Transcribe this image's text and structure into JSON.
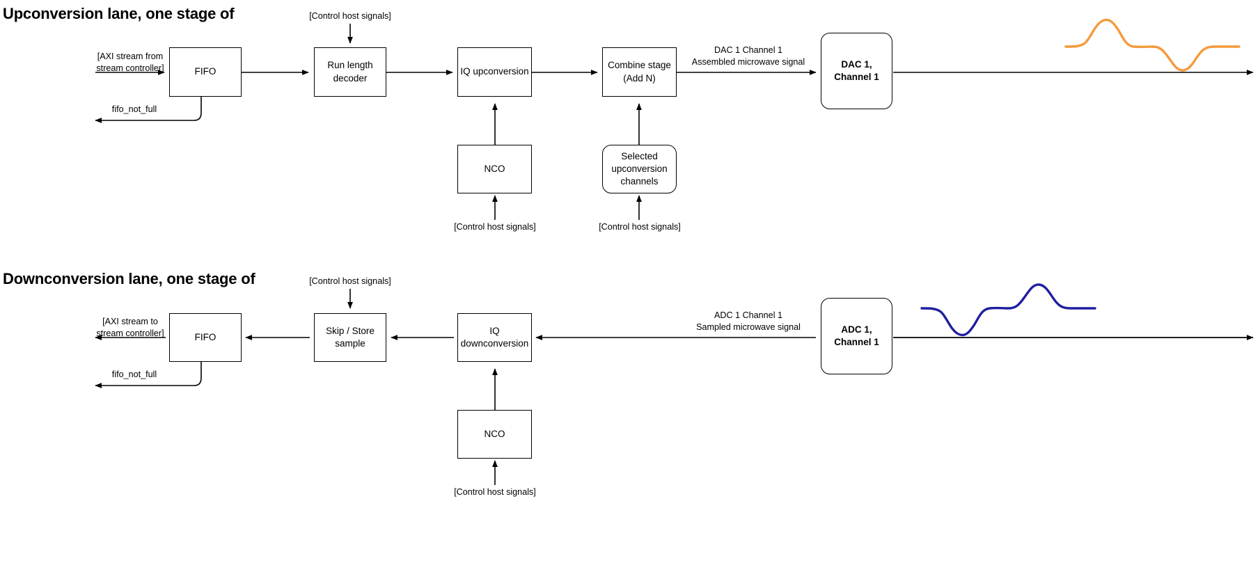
{
  "meta": {
    "colors": {
      "stroke": "#000000",
      "dac_waveform": "#F59A3C",
      "adc_waveform": "#1F1FA0",
      "background": "#FFFFFF"
    }
  },
  "sections": [
    {
      "id": "upconversion",
      "title": "Upconversion lane, one stage of"
    },
    {
      "id": "downconversion",
      "title": "Downconversion lane, one stage of"
    }
  ],
  "upconversion": {
    "title": "Upconversion lane, one stage of",
    "nodes": {
      "fifo": "FIFO",
      "run_length_decoder": "Run length\ndecoder",
      "iq_upconversion": "IQ upconversion",
      "combine_stage": "Combine stage\n(Add N)",
      "dac": "DAC 1, Channel 1",
      "nco": "NCO",
      "selected_channels": "Selected\nupconversion\nchannels"
    },
    "labels": {
      "axi_in": "[AXI stream from\nstream controller]",
      "fifo_not_full": "fifo_not_full",
      "control_host_decoder": "[Control host signals]",
      "control_host_nco": "[Control host signals]",
      "control_host_channels": "[Control host signals]",
      "dac_signal": "DAC 1 Channel 1\nAssembled microwave signal"
    },
    "waveform": {
      "name": "dac-output-waveform",
      "color": "#F59A3C",
      "shape": "flat, gaussian peak up, flat, gaussian dip down, flat"
    }
  },
  "downconversion": {
    "title": "Downconversion lane, one stage of",
    "nodes": {
      "fifo": "FIFO",
      "skip_store": "Skip / Store\nsample",
      "iq_downconversion": "IQ downconversion",
      "adc": "ADC 1, Channel 1",
      "nco": "NCO"
    },
    "labels": {
      "axi_out": "[AXI stream to\nstream controller]",
      "fifo_not_full": "fifo_not_full",
      "control_host_skip": "[Control host signals]",
      "control_host_nco": "[Control host signals]",
      "adc_signal": "ADC 1 Channel 1\nSampled microwave signal"
    },
    "waveform": {
      "name": "adc-input-waveform",
      "color": "#1F1FA0",
      "shape": "flat, gaussian dip down, flat, gaussian peak up, flat"
    }
  }
}
